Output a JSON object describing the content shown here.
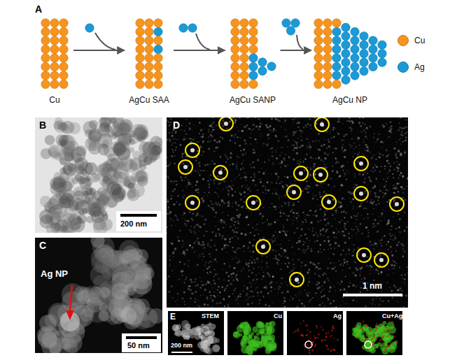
{
  "diagram": {
    "nodes": [
      {
        "text": [
          "Cu"
        ]
      },
      {
        "text": [
          "AgCu SAA"
        ]
      },
      {
        "text": [
          "AgCu SANP"
        ]
      },
      {
        "text": [
          "AgCu NP"
        ]
      }
    ],
    "edges": [
      {
        "from": 0,
        "to": 1,
        "arrow": "to"
      },
      {
        "from": 1,
        "to": 2,
        "arrow": "to"
      },
      {
        "from": 2,
        "to": 3,
        "arrow": "to"
      }
    ],
    "labels": [
      "A",
      "B",
      "200 nm",
      "C",
      "Ag NP",
      "50 nm",
      "D",
      "1 nm",
      "E",
      "STEM",
      "Cu",
      "Ag",
      "Cu+Ag",
      "200 nm"
    ],
    "legend": [
      {
        "text": "Cu",
        "color": "#f7941d"
      },
      {
        "text": "Ag",
        "color": "#1b9ad6"
      }
    ]
  }
}
